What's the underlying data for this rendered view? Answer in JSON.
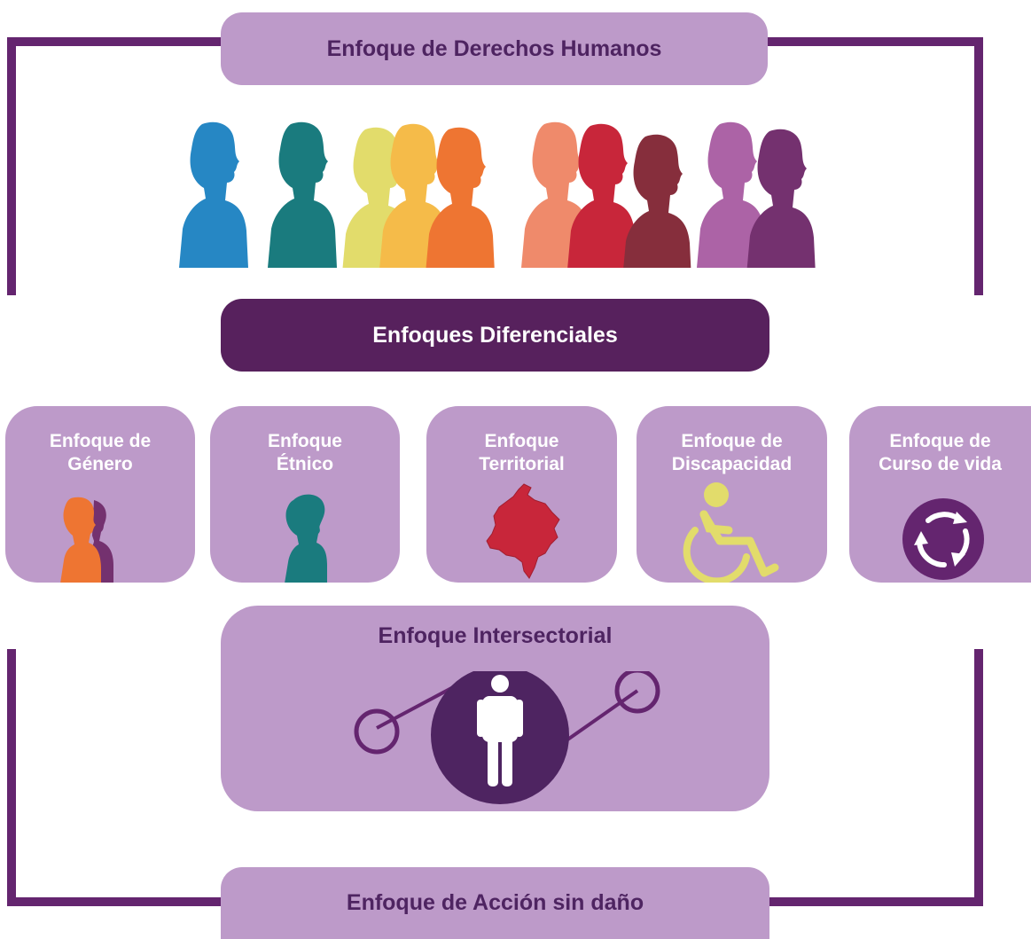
{
  "title_top": "Enfoque de Derechos Humanos",
  "title_mid": "Enfoques Diferenciales",
  "title_bottom": "Enfoque de Acción sin daño",
  "boxes": [
    {
      "label": "Enfoque de\nGénero",
      "icon": "gender-silhouettes-icon"
    },
    {
      "label": "Enfoque\nÉtnico",
      "icon": "ethnic-silhouette-icon"
    },
    {
      "label": "Enfoque\nTerritorial",
      "icon": "colombia-map-icon"
    },
    {
      "label": "Enfoque de\nDiscapacidad",
      "icon": "wheelchair-icon"
    },
    {
      "label": "Enfoque de\nCurso de vida",
      "icon": "life-cycle-icon"
    }
  ],
  "intersectorial": {
    "title": "Enfoque Intersectorial",
    "icon": "person-network-icon"
  },
  "colors": {
    "frame": "#64256f",
    "light_box": "#bd9ac9",
    "dark_box": "#57215d",
    "title_text": "#4e2461",
    "people": [
      "#2687c4",
      "#1a7b7e",
      "#e2dc6b",
      "#f5bb49",
      "#ee7532",
      "#ef8a6b",
      "#c8263a",
      "#862e3c",
      "#ac63a6",
      "#74316f"
    ]
  }
}
